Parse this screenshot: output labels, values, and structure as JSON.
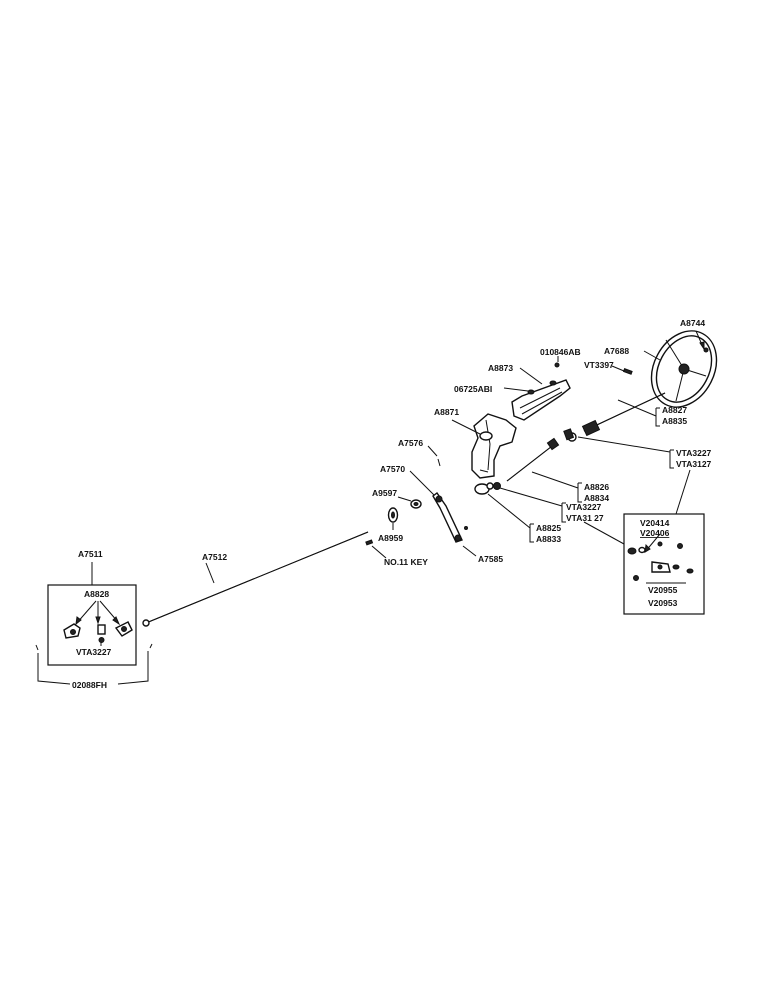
{
  "labels": {
    "a8744": "A8744",
    "a7688": "A7688",
    "vt3397": "VT3397",
    "o10846ab": "010846AB",
    "a8873": "A8873",
    "o6725abi": "06725ABI",
    "a8871": "A8871",
    "a8827": "A8827",
    "a8835": "A8835",
    "vta3227_a": "VTA3227",
    "vta3127_a": "VTA3127",
    "a7576": "A7576",
    "a7570": "A7570",
    "a8826": "A8826",
    "a8834": "A8834",
    "a9597": "A9597",
    "vta3227_b": "VTA3227",
    "vta3127_b": "VTA31 27",
    "a8959": "A8959",
    "a8825": "A8825",
    "a8833": "A8833",
    "a7585": "A7585",
    "no11key": "NO.11 KEY",
    "v20414": "V20414",
    "v20406": "V20406",
    "v20955": "V20955",
    "v20953": "V20953",
    "a7511": "A7511",
    "a7512": "A7512",
    "a8828": "A8828",
    "vta3227_c": "VTA3227",
    "o2088fh": "02088FH"
  }
}
